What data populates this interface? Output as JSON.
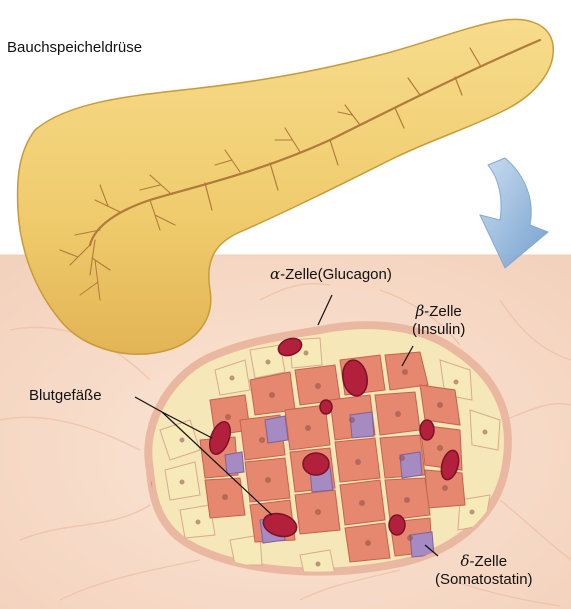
{
  "title": "Bauchspeicheldrüse",
  "labels": {
    "alpha": {
      "symbol": "α",
      "text": "-Zelle(Glucagon)"
    },
    "beta": {
      "symbol": "β",
      "line1": "-Zelle",
      "line2": "(Insulin)"
    },
    "vessels": {
      "text": "Blutgefäße"
    },
    "delta": {
      "symbol": "δ",
      "line1": "-Zelle",
      "line2": "(Somatostatin)"
    }
  },
  "colors": {
    "pancreas": "#f0cf73",
    "pancreas_outline": "#c99a3a",
    "duct": "#b07a3c",
    "tissue_background": "#f7dcc8",
    "islet_capsule": "#f3c5b0",
    "alpha_cell": "#f6eab8",
    "beta_cell": "#e6876f",
    "delta_cell": "#a58bc2",
    "blood_vessel": "#b2203c",
    "arrow": "#8fb6dd"
  },
  "icons": {
    "arrow": "curved-arrow-icon"
  }
}
